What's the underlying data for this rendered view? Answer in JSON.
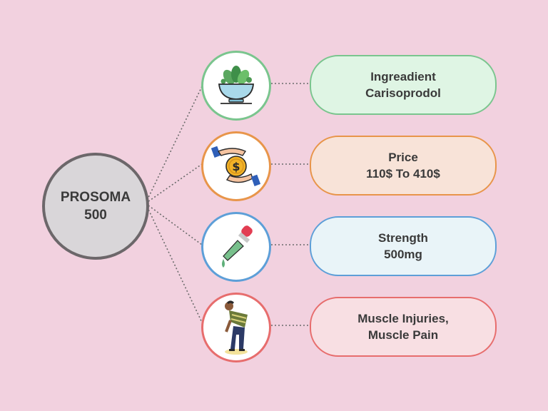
{
  "hub": {
    "line1": "PROSOMA",
    "line2": "500"
  },
  "items": [
    {
      "line1": "Ingreadient",
      "line2": "Carisoprodol",
      "icon": "salad-bowl-icon",
      "accent": "#7ac58e"
    },
    {
      "line1": "Price",
      "line2": "110$ To 410$",
      "icon": "money-exchange-icon",
      "accent": "#e8954a"
    },
    {
      "line1": "Strength",
      "line2": "500mg",
      "icon": "dropper-icon",
      "accent": "#5d9fd8"
    },
    {
      "line1": "Muscle Injuries,",
      "line2": "Muscle Pain",
      "icon": "knee-pain-person-icon",
      "accent": "#e76d6d"
    }
  ],
  "colors": {
    "background": "#f2d1df",
    "hub_fill": "#d9d6d9",
    "hub_border": "#6c676a",
    "connector": "#6b6b6b"
  }
}
